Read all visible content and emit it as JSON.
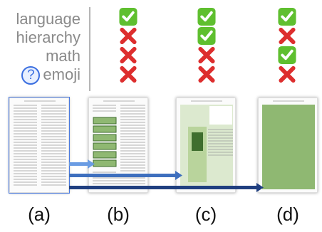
{
  "legend": {
    "items": [
      "language",
      "hierarchy",
      "math",
      "emoji"
    ],
    "question_icon": "?"
  },
  "columns": [
    {
      "label": "(a)",
      "status": []
    },
    {
      "label": "(b)",
      "status": [
        "check",
        "cross",
        "cross",
        "cross"
      ]
    },
    {
      "label": "(c)",
      "status": [
        "check",
        "check",
        "cross",
        "cross"
      ]
    },
    {
      "label": "(d)",
      "status": [
        "check",
        "cross",
        "check",
        "cross"
      ]
    }
  ],
  "colors": {
    "check_bg": "#5fbf2f",
    "cross": "#dd2e2e",
    "highlight_light": "#b9d49c",
    "highlight_mid": "#8fb872",
    "highlight_dark": "#3f6e2e",
    "arrow_1": "#6a9ce3",
    "arrow_2": "#3e6fbe",
    "arrow_3": "#203f80"
  }
}
